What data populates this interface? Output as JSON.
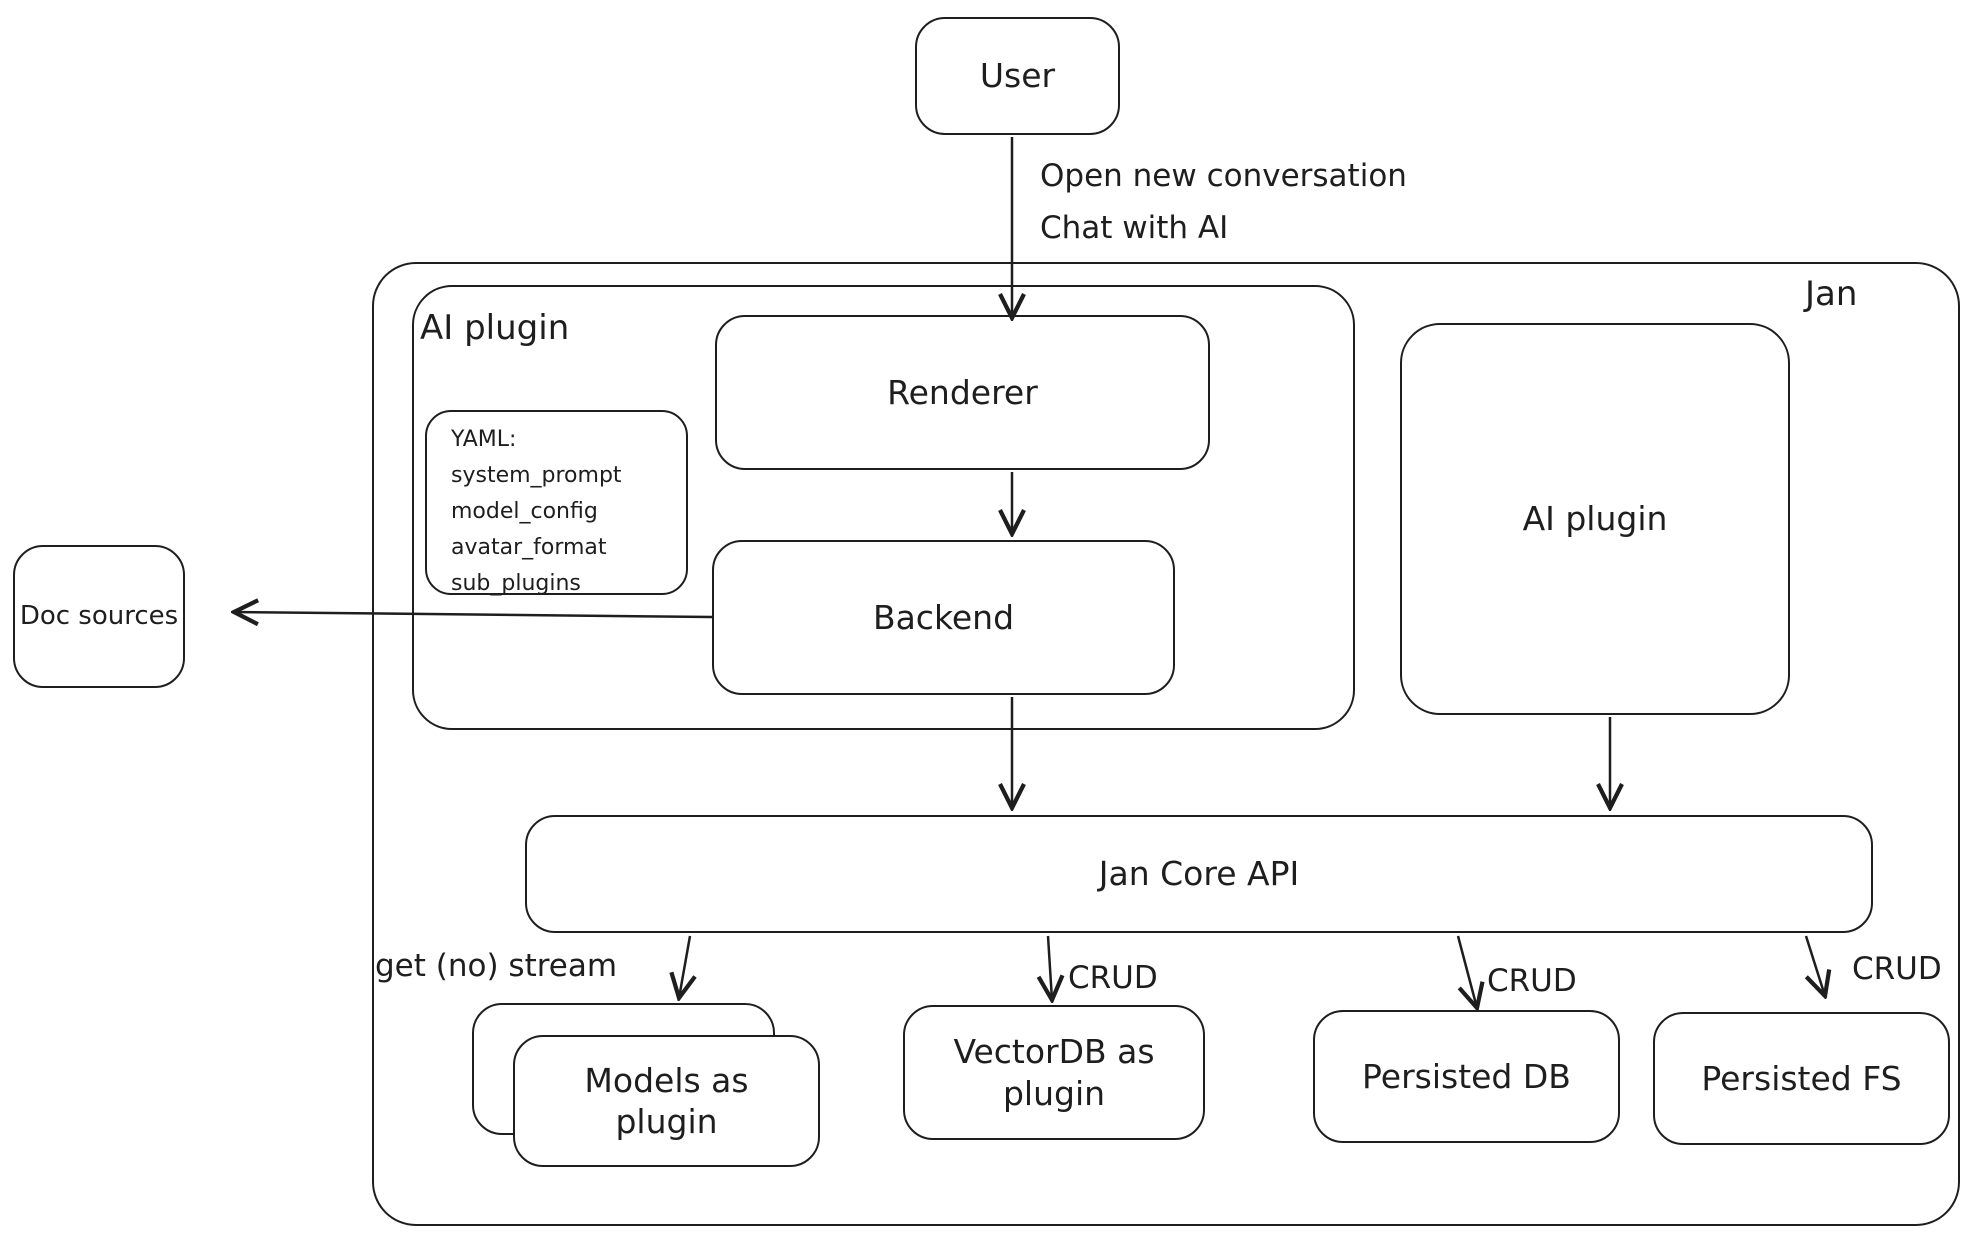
{
  "diagram": {
    "colors": {
      "stroke": "#1e1e1e",
      "background": "#ffffff"
    },
    "nodes": {
      "user": "User",
      "jan": "Jan",
      "ai_plugin_left": "AI plugin",
      "renderer": "Renderer",
      "backend": "Backend",
      "yaml_note": [
        "YAML:",
        "system_prompt",
        "model_config",
        "avatar_format",
        "sub_plugins"
      ],
      "doc_sources": "Doc sources",
      "ai_plugin_right": "AI plugin",
      "jan_core_api": "Jan Core API",
      "models": "Models as plugin",
      "vectordb": "VectorDB as plugin",
      "persisted_db": "Persisted DB",
      "persisted_fs": "Persisted FS"
    },
    "edge_labels": {
      "user_to_renderer": [
        "Open new conversation",
        "Chat with AI"
      ],
      "get_stream": "get (no) stream",
      "crud_vectordb": "CRUD",
      "crud_db": "CRUD",
      "crud_fs": "CRUD"
    }
  }
}
